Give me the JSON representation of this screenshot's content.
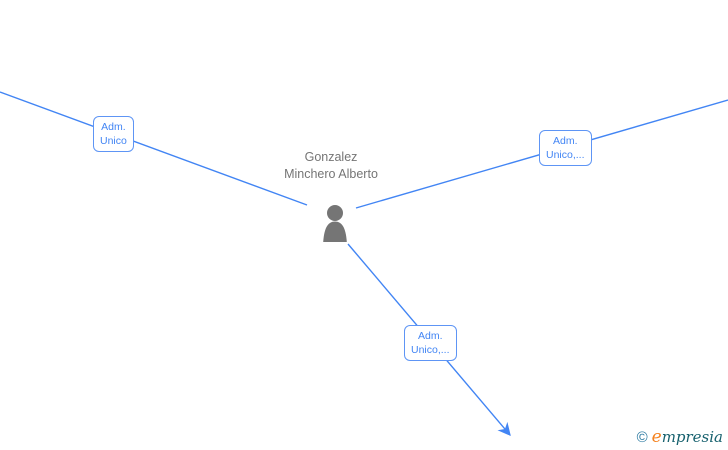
{
  "canvas": {
    "background": "#ffffff"
  },
  "graph": {
    "edge_color": "#4285F4",
    "label_text_color": "#4285F4",
    "label_border_color": "#5e95f5",
    "label_background": "#ffffff",
    "node": {
      "name": "Gonzalez Minchero Alberto",
      "icon": "person-icon",
      "icon_color": "#757575",
      "name_color": "#757575"
    },
    "edges": [
      {
        "id": "left",
        "label_line1": "Adm.",
        "label_line2": "Unico"
      },
      {
        "id": "right",
        "label_line1": "Adm.",
        "label_line2": "Unico,..."
      },
      {
        "id": "bottom",
        "label_line1": "Adm.",
        "label_line2": "Unico,...",
        "has_arrow": true
      }
    ]
  },
  "watermark": {
    "copyright": "©",
    "brand_initial": "e",
    "brand_rest": "mpresia",
    "copyright_color": "#2878A0",
    "initial_color": "#F5821F",
    "brand_color": "#17616E"
  }
}
